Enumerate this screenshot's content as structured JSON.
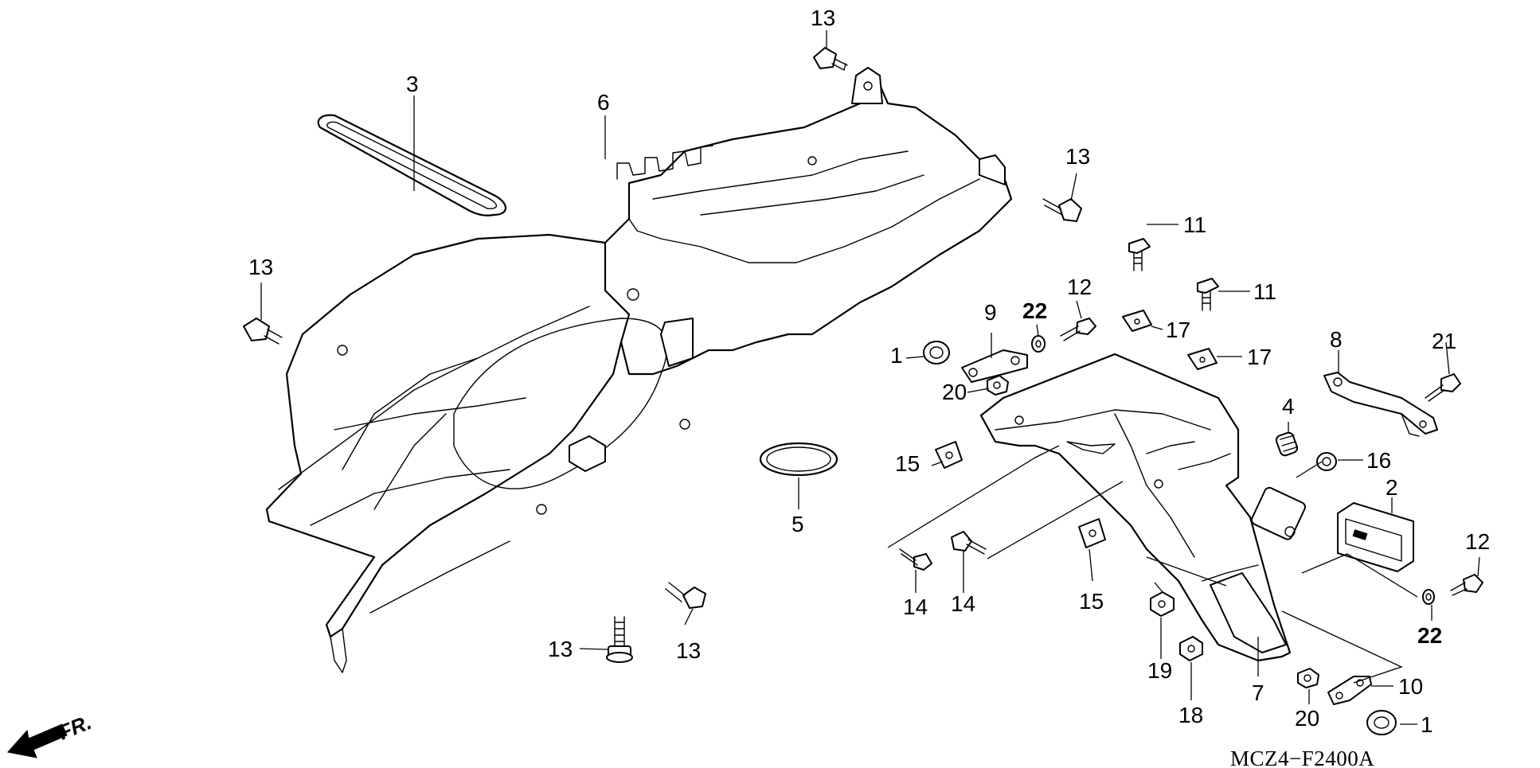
{
  "diagram": {
    "code": "MCZ4−F2400A",
    "direction_label": "FR.",
    "callouts": {
      "c1a": "1",
      "c1b": "1",
      "c2": "2",
      "c3": "3",
      "c4": "4",
      "c5": "5",
      "c6": "6",
      "c7": "7",
      "c8": "8",
      "c9": "9",
      "c10": "10",
      "c11a": "11",
      "c11b": "11",
      "c12a": "12",
      "c12b": "12",
      "c13a": "13",
      "c13b": "13",
      "c13c": "13",
      "c13d": "13",
      "c13e": "13",
      "c14a": "14",
      "c14b": "14",
      "c15a": "15",
      "c15b": "15",
      "c16": "16",
      "c17a": "17",
      "c17b": "17",
      "c18": "18",
      "c19": "19",
      "c20a": "20",
      "c20b": "20",
      "c21": "21",
      "c22a": "22",
      "c22b": "22"
    }
  }
}
